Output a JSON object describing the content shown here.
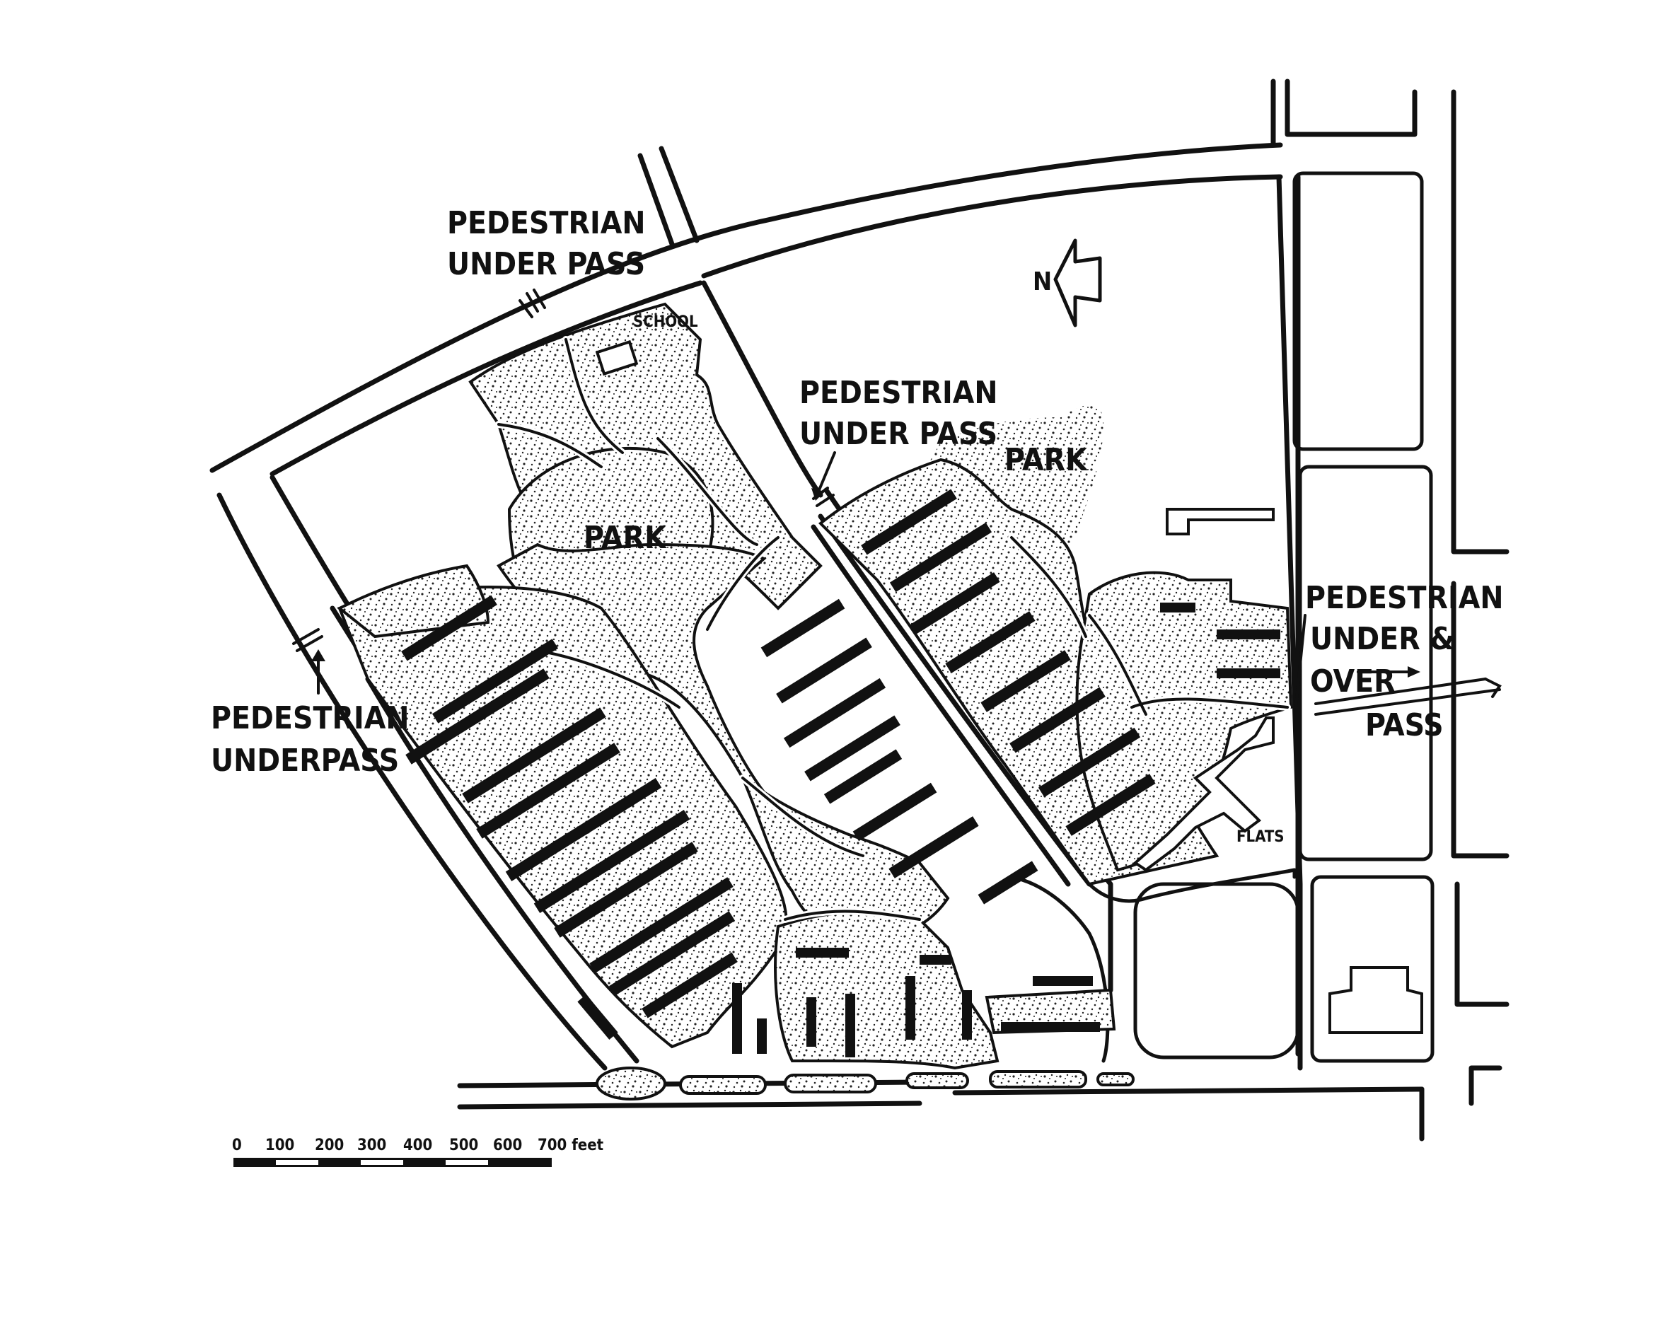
{
  "map": {
    "labels": {
      "ped_underpass_nw_line1": "PEDESTRIAN",
      "ped_underpass_nw_line2": "UNDER PASS",
      "ped_underpass_c_line1": "PEDESTRIAN",
      "ped_underpass_c_line2": "UNDER PASS",
      "ped_underpass_w_line1": "PEDESTRIAN",
      "ped_underpass_w_line2": "UNDERPASS",
      "ped_overpass_e_line1": "PEDESTRIAN",
      "ped_overpass_e_line2": "UNDER &",
      "ped_overpass_e_line3": "OVER",
      "ped_overpass_e_line4": "PASS",
      "park_central": "PARK",
      "park_ne": "PARK",
      "school": "SCHOOL",
      "flats": "FLATS",
      "north": "N"
    },
    "scale_bar": {
      "ticks": [
        "0",
        "100",
        "200",
        "300",
        "400",
        "500",
        "600",
        "700 feet"
      ]
    },
    "colors": {
      "ink": "#111111",
      "paper": "#ffffff"
    },
    "icons": {
      "north_arrow": "north-arrow-icon"
    }
  }
}
